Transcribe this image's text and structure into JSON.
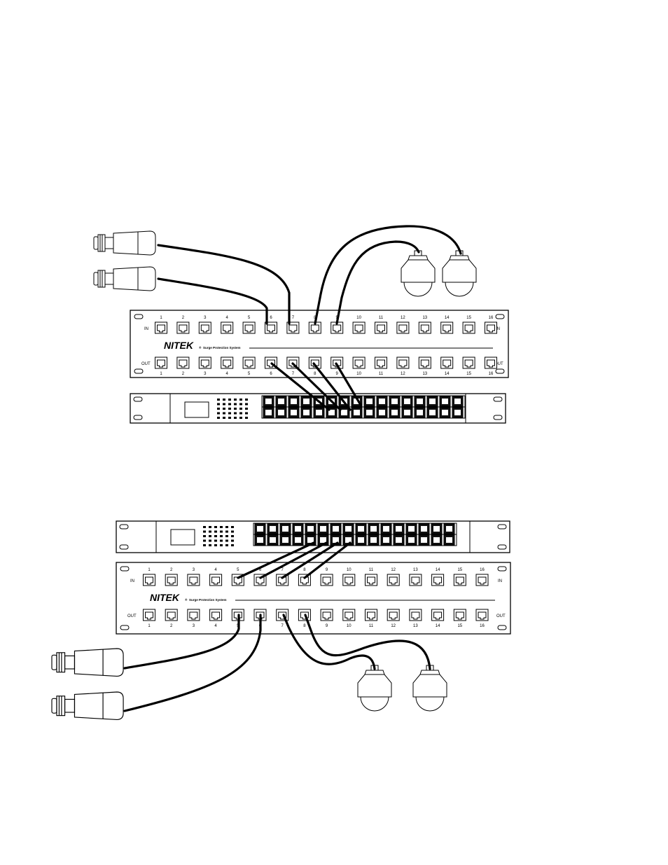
{
  "panel": {
    "brand": "NITEK",
    "brand_mark": "®",
    "tagline": "Surge Protection System",
    "in_label": "IN",
    "out_label": "OUT",
    "ports": [
      "1",
      "2",
      "3",
      "4",
      "5",
      "6",
      "7",
      "8",
      "9",
      "10",
      "11",
      "12",
      "13",
      "14",
      "15",
      "16"
    ]
  }
}
